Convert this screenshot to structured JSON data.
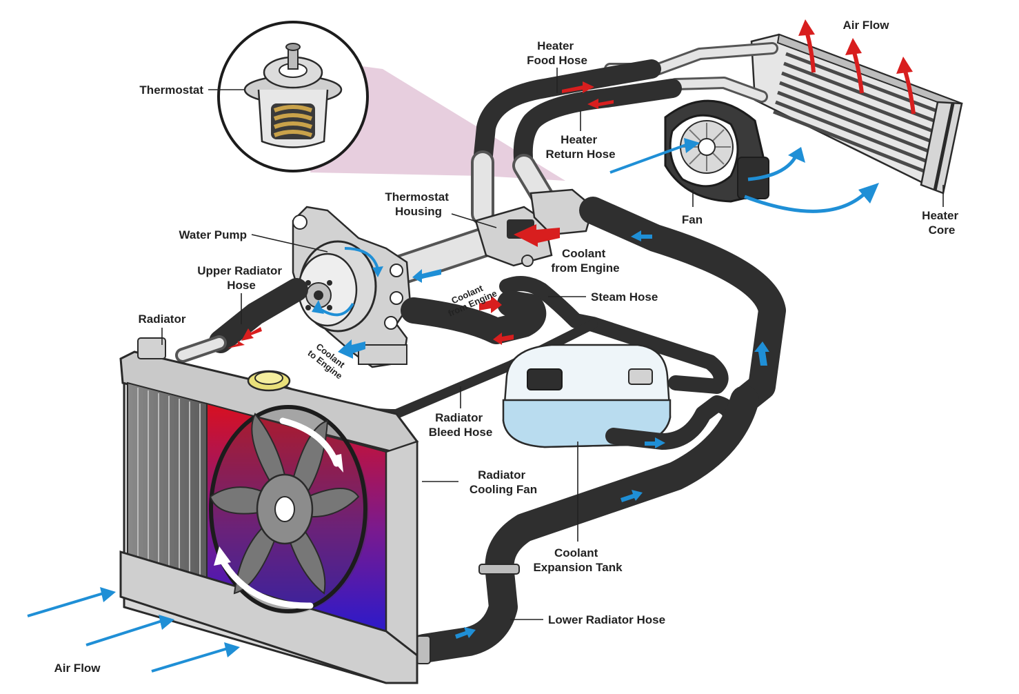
{
  "labels": {
    "air_flow_top": "Air Flow",
    "heater_feed_hose": [
      "Heater",
      "Food Hose"
    ],
    "thermostat": "Thermostat",
    "heater_return_hose": [
      "Heater",
      "Return Hose"
    ],
    "thermostat_housing": [
      "Thermostat",
      "Housing"
    ],
    "fan": "Fan",
    "heater_core": [
      "Heater",
      "Core"
    ],
    "water_pump": "Water Pump",
    "coolant_from_engine": [
      "Coolant",
      "from Engine"
    ],
    "upper_radiator_hose": [
      "Upper Radiator",
      "Hose"
    ],
    "steam_hose": "Steam Hose",
    "coolant_from_engine_small": [
      "Coolant",
      "from Engine"
    ],
    "radiator": "Radiator",
    "coolant_to_engine": [
      "Coolant",
      "to Engine"
    ],
    "radiator_bleed_hose": [
      "Radiator",
      "Bleed Hose"
    ],
    "radiator_cooling_fan": [
      "Radiator",
      "Cooling Fan"
    ],
    "coolant_expansion_tank": [
      "Coolant",
      "Expansion Tank"
    ],
    "lower_radiator_hose": "Lower Radiator Hose",
    "air_flow_bottom": "Air Flow"
  },
  "colors": {
    "hot_flow": "#d81e1e",
    "cold_flow": "#1f8fd6",
    "hose": "#2f2f2f",
    "metal": "#d2d2d2",
    "tank": "#b9dcef",
    "thermostat_bubble": "#e3c6d8"
  }
}
